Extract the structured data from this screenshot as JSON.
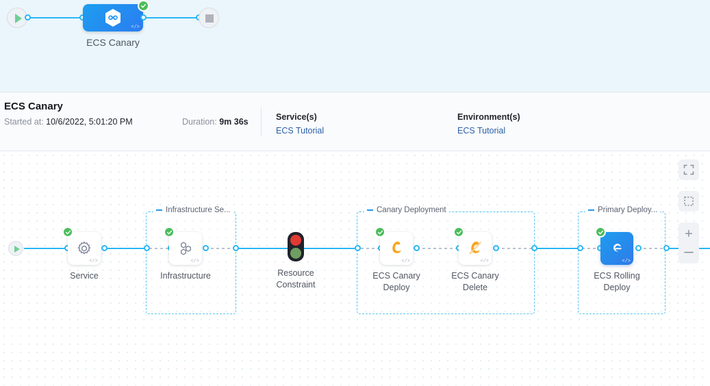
{
  "top_pipeline": {
    "start_icon": "play-icon",
    "stop_icon": "stop-icon",
    "node_label": "ECS Canary",
    "node_icon": "harness-hexagon-icon",
    "code_glyph": "</>",
    "status_icon": "check-circle-icon"
  },
  "details": {
    "title": "ECS Canary",
    "started_label": "Started at",
    "started_value": "10/6/2022, 5:01:20 PM",
    "duration_label": "Duration",
    "duration_value": "9m 36s",
    "services_label": "Service(s)",
    "services_value": "ECS Tutorial",
    "environments_label": "Environment(s)",
    "environments_value": "ECS Tutorial"
  },
  "canvas": {
    "start_icon": "play-icon",
    "groups": [
      {
        "label": "Infrastructure Se...",
        "collapse_icon": "collapse-icon"
      },
      {
        "label": "Canary Deployment",
        "collapse_icon": "collapse-icon"
      },
      {
        "label": "Primary Deploy...",
        "collapse_icon": "collapse-icon"
      }
    ],
    "nodes": [
      {
        "label": "Service",
        "icon": "gear-icon",
        "status": "check-circle-icon",
        "code_glyph": "</>"
      },
      {
        "label": "Infrastructure",
        "icon": "hexagon-cluster-icon",
        "status": "check-circle-icon",
        "code_glyph": "</>"
      },
      {
        "label": "Resource\nConstraint",
        "label_line1": "Resource",
        "label_line2": "Constraint",
        "icon": "traffic-light-icon",
        "status": "",
        "code_glyph": ""
      },
      {
        "label_line1": "ECS Canary",
        "label_line2": "Deploy",
        "icon": "canary-bird-icon",
        "status": "check-circle-icon",
        "code_glyph": "</>"
      },
      {
        "label_line1": "ECS Canary",
        "label_line2": "Delete",
        "icon": "canary-bird-delete-icon",
        "status": "check-circle-icon",
        "code_glyph": "</>"
      },
      {
        "label_line1": "ECS Rolling",
        "label_line2": "Deploy",
        "icon": "ecs-rolling-deploy-icon",
        "status": "check-circle-icon",
        "code_glyph": "</>"
      }
    ]
  },
  "toolbar": {
    "fullscreen_icon": "fullscreen-icon",
    "select_icon": "marquee-select-icon",
    "zoom_in_label": "+",
    "zoom_out_label": "–"
  },
  "colors": {
    "banner_bg": "#eaf6fb",
    "accent_blue": "#29b6f6",
    "node_blue": "#2196f3",
    "success_green": "#4dbd5d",
    "link_blue": "#2a5fa5",
    "canary_orange": "#f5a623"
  }
}
